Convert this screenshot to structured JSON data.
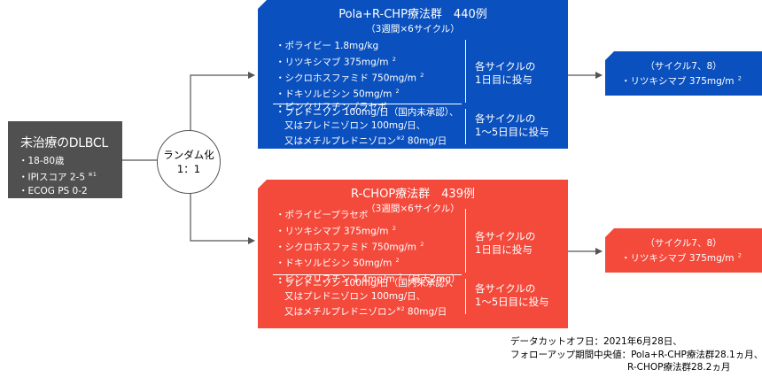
{
  "patient": {
    "title": "未治療のDLBCL",
    "items": [
      {
        "text": "・18-80歳",
        "note": ""
      },
      {
        "text": "・IPIスコア 2-5 ",
        "note": "※1"
      },
      {
        "text": "・ECOG PS 0-2",
        "note": ""
      }
    ]
  },
  "randomization": {
    "line1": "ランダム化",
    "line2": "1：1"
  },
  "pola_arm": {
    "title": "Pola+R-CHP療法群　440例",
    "subtitle": "（3週間×6サイクル）",
    "drugs_day1": [
      {
        "text": "・ポライビー 1.8mg/kg",
        "sup": ""
      },
      {
        "text": "・リツキシマブ 375mg/m",
        "sup": "2"
      },
      {
        "text": "・シクロホスファミド 750mg/m",
        "sup": "2"
      },
      {
        "text": "・ドキソルビシン 50mg/m",
        "sup": "2"
      },
      {
        "text": "・ビンクリスチンプラセボ",
        "sup": ""
      }
    ],
    "cycle_day1": {
      "line1": "各サイクルの",
      "line2": "1日目に投与"
    },
    "pred": {
      "line1": "・プレドニゾン 100mg/日（国内未承認）、",
      "line2": "又はプレドニゾロン 100mg/日、",
      "line3a": "又はメチルプレドニゾロン",
      "line3note": "※2",
      "line3b": " 80mg/日"
    },
    "cycle_day1_5": {
      "line1": "各サイクルの",
      "line2": "1～5日目に投与"
    }
  },
  "chop_arm": {
    "title": "R-CHOP療法群　439例",
    "subtitle": "（3週間×6サイクル）",
    "drugs_day1": [
      {
        "text": "・ポライビープラセボ",
        "sup": "",
        "after": ""
      },
      {
        "text": "・リツキシマブ 375mg/m",
        "sup": "2",
        "after": ""
      },
      {
        "text": "・シクロホスファミド 750mg/m",
        "sup": "2",
        "after": ""
      },
      {
        "text": "・ドキソルビシン 50mg/m",
        "sup": "2",
        "after": ""
      },
      {
        "text": "・ビンクリスチン 1.4mg/m",
        "sup": "2",
        "after": "（最大2mg）"
      }
    ],
    "cycle_day1": {
      "line1": "各サイクルの",
      "line2": "1日目に投与"
    },
    "pred": {
      "line1": "・プレドニゾン 100mg/日（国内未承認）、",
      "line2": "又はプレドニゾロン 100mg/日、",
      "line3a": "又はメチルプレドニゾロン",
      "line3note": "※2",
      "line3b": " 80mg/日"
    },
    "cycle_day1_5": {
      "line1": "各サイクルの",
      "line2": "1～5日目に投与"
    }
  },
  "followup_pola": {
    "title": "（サイクル7、8）",
    "drug": "・リツキシマブ 375mg/m",
    "sup": "2"
  },
  "followup_chop": {
    "title": "（サイクル7、8）",
    "drug": "・リツキシマブ 375mg/m",
    "sup": "2"
  },
  "footnote": {
    "line1": "データカットオフ日：2021年6月28日、",
    "line2": "フォローアップ期間中央値：Pola+R-CHP療法群28.1ヵ月、",
    "line3": "R-CHOP療法群28.2ヵ月"
  },
  "colors": {
    "pola": "#0a50be",
    "chop": "#f44a3c",
    "patient": "#505050",
    "line": "#555555"
  }
}
